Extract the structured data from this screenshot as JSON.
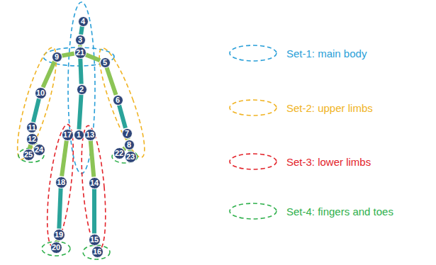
{
  "diagram": {
    "nodes": [
      {
        "text": [
          "1"
        ]
      },
      {
        "text": [
          "2"
        ]
      },
      {
        "text": [
          "3"
        ]
      },
      {
        "text": [
          "4"
        ]
      },
      {
        "text": [
          "5"
        ]
      },
      {
        "text": [
          "6"
        ]
      },
      {
        "text": [
          "7"
        ]
      },
      {
        "text": [
          "8"
        ]
      },
      {
        "text": [
          "9"
        ]
      },
      {
        "text": [
          "10"
        ]
      },
      {
        "text": [
          "11"
        ]
      },
      {
        "text": [
          "12"
        ]
      },
      {
        "text": [
          "13"
        ]
      },
      {
        "text": [
          "14"
        ]
      },
      {
        "text": [
          "15"
        ]
      },
      {
        "text": [
          "16"
        ]
      },
      {
        "text": [
          "17"
        ]
      },
      {
        "text": [
          "18"
        ]
      },
      {
        "text": [
          "19"
        ]
      },
      {
        "text": [
          "20"
        ]
      },
      {
        "text": [
          "21"
        ]
      },
      {
        "text": [
          "22"
        ]
      },
      {
        "text": [
          "23"
        ]
      },
      {
        "text": [
          "24"
        ]
      },
      {
        "text": [
          "25"
        ]
      }
    ],
    "edges": [
      {
        "from": 0,
        "to": 1,
        "arrow": "none"
      },
      {
        "from": 1,
        "to": 20,
        "arrow": "none"
      },
      {
        "from": 20,
        "to": 2,
        "arrow": "none"
      },
      {
        "from": 2,
        "to": 3,
        "arrow": "none"
      },
      {
        "from": 20,
        "to": 4,
        "arrow": "none"
      },
      {
        "from": 4,
        "to": 5,
        "arrow": "none"
      },
      {
        "from": 5,
        "to": 6,
        "arrow": "none"
      },
      {
        "from": 6,
        "to": 7,
        "arrow": "none"
      },
      {
        "from": 7,
        "to": 21,
        "arrow": "none"
      },
      {
        "from": 7,
        "to": 22,
        "arrow": "none"
      },
      {
        "from": 20,
        "to": 8,
        "arrow": "none"
      },
      {
        "from": 8,
        "to": 9,
        "arrow": "none"
      },
      {
        "from": 9,
        "to": 10,
        "arrow": "none"
      },
      {
        "from": 10,
        "to": 11,
        "arrow": "none"
      },
      {
        "from": 11,
        "to": 23,
        "arrow": "none"
      },
      {
        "from": 11,
        "to": 24,
        "arrow": "none"
      },
      {
        "from": 0,
        "to": 12,
        "arrow": "none"
      },
      {
        "from": 12,
        "to": 13,
        "arrow": "none"
      },
      {
        "from": 13,
        "to": 14,
        "arrow": "none"
      },
      {
        "from": 14,
        "to": 15,
        "arrow": "none"
      },
      {
        "from": 0,
        "to": 16,
        "arrow": "none"
      },
      {
        "from": 16,
        "to": 17,
        "arrow": "none"
      },
      {
        "from": 17,
        "to": 18,
        "arrow": "none"
      },
      {
        "from": 18,
        "to": 19,
        "arrow": "none"
      }
    ],
    "legend": [
      {
        "text": "Set-1: main body"
      },
      {
        "text": "Set-2: upper limbs"
      },
      {
        "text": "Set-3: lower limbs"
      },
      {
        "text": "Set-4: fingers and toes"
      }
    ]
  }
}
